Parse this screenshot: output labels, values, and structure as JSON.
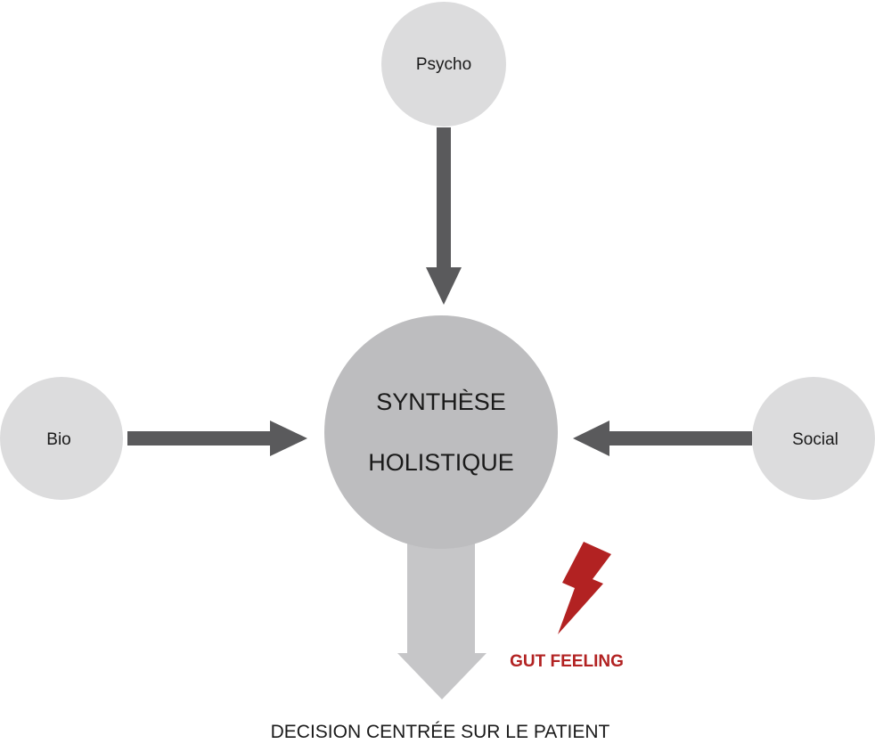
{
  "nodes": {
    "psycho": "Psycho",
    "bio": "Bio",
    "social": "Social",
    "center_line1": "SYNTHÈSE",
    "center_line2": "HOLISTIQUE"
  },
  "gut_feeling": {
    "label": "GUT FEELING",
    "icon": "lightning-bolt-icon"
  },
  "decision": "DECISION CENTRÉE SUR LE PATIENT",
  "colors": {
    "small_node_fill": "#dcdcdd",
    "center_node_fill": "#bdbdbf",
    "arrow_dark": "#5a5a5c",
    "arrow_light": "#c6c6c8",
    "accent_red": "#b22222"
  }
}
